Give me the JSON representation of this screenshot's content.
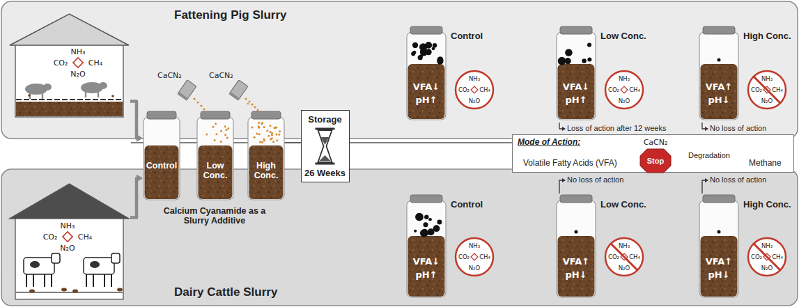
{
  "diagram": {
    "nodes": [
      {
        "text": [
          "Fattening Pig Slurry"
        ]
      },
      {
        "text": [
          "NH₃",
          "CO₂",
          "CH₄",
          "N₂O"
        ],
        "in": 0
      },
      {
        "text": [
          "Control",
          "VFA↓",
          "pH↑"
        ],
        "in": 0
      },
      {
        "text": [
          "NH₃",
          "CO₂",
          "CH₄",
          "N₂O"
        ],
        "in": 0
      },
      {
        "text": [
          "Low Conc.",
          "VFA↓",
          "pH↑"
        ],
        "in": 0
      },
      {
        "text": [
          "NH₃",
          "CO₂",
          "CH₄",
          "N₂O"
        ],
        "in": 0
      },
      {
        "text": [
          "High Conc.",
          "VFA↑",
          "pH↓"
        ],
        "in": 0
      },
      {
        "text": [
          "NH₃",
          "CO₂",
          "CH₄",
          "N₂O"
        ],
        "in": 0
      },
      {
        "text": [
          "Mode of Action:"
        ]
      },
      {
        "text": [
          "Volatile Fatty Acids (VFA)"
        ],
        "in": 8
      },
      {
        "text": [
          "CaCN₂",
          "Stop"
        ],
        "in": 8
      },
      {
        "text": [
          "Methane"
        ],
        "in": 8
      },
      {
        "text": [
          "Control"
        ]
      },
      {
        "text": [
          "Low Conc."
        ]
      },
      {
        "text": [
          "High Conc."
        ]
      },
      {
        "text": [
          "Storage",
          "26 Weeks"
        ]
      },
      {
        "text": [
          "Dairy Cattle Slurry"
        ]
      },
      {
        "text": [
          "NH₃",
          "CO₂",
          "CH₄",
          "N₂O"
        ],
        "in": 16
      },
      {
        "text": [
          "Control",
          "VFA↓",
          "pH↑"
        ],
        "in": 16
      },
      {
        "text": [
          "NH₃",
          "CO₂",
          "CH₄",
          "N₂O"
        ],
        "in": 16
      },
      {
        "text": [
          "Low Conc.",
          "VFA↑",
          "pH↓"
        ],
        "in": 16
      },
      {
        "text": [
          "NH₃",
          "CO₂",
          "CH₄",
          "N₂O"
        ],
        "in": 16
      },
      {
        "text": [
          "High Conc.",
          "VFA↑",
          "pH↓"
        ],
        "in": 16
      },
      {
        "text": [
          "NH₃",
          "CO₂",
          "CH₄",
          "N₂O"
        ],
        "in": 16
      }
    ],
    "edges": [
      {
        "from": 1,
        "to": 12,
        "arrow": "to"
      },
      {
        "from": 17,
        "to": 12,
        "arrow": "to"
      },
      {
        "from": 9,
        "to": 10,
        "arrow": "none"
      },
      {
        "from": 10,
        "to": 11,
        "arrow": "to",
        "label": "Degradation"
      },
      {
        "from": 14,
        "to": 15,
        "arrow": "none"
      },
      {
        "from": 15,
        "to": 8,
        "arrow": "none"
      }
    ],
    "labels": [
      "CaCN₂",
      "CaCN₂",
      "Calcium Cyanamide as a Slurry Additive",
      "Loss of action after 12 weeks",
      "No loss of action",
      "No loss of action",
      "No loss of action"
    ]
  }
}
